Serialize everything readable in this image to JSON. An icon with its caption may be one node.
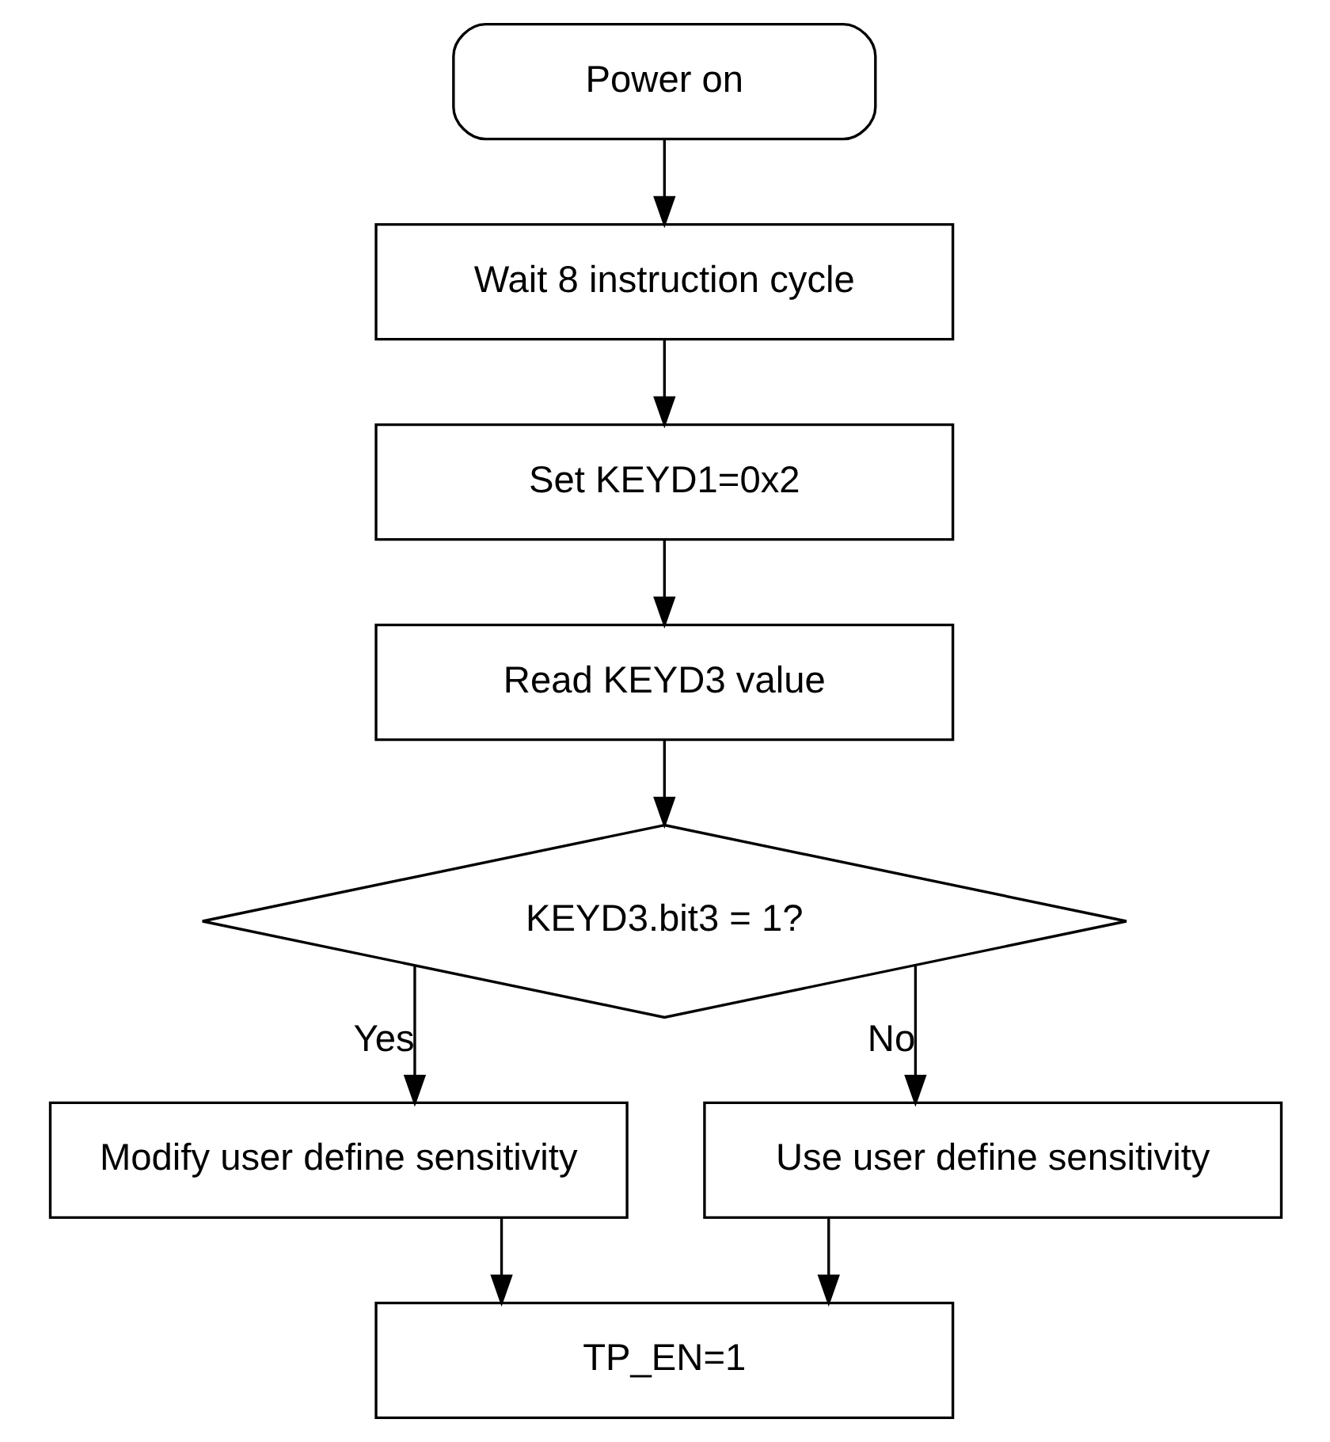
{
  "diagram": {
    "nodes": [
      {
        "text": [
          "Power on"
        ]
      },
      {
        "text": [
          "Wait 8 instruction cycle"
        ]
      },
      {
        "text": [
          "Set KEYD1=0x2"
        ]
      },
      {
        "text": [
          "Read KEYD3 value"
        ]
      },
      {
        "text": [
          "KEYD3.bit3 = 1?"
        ]
      },
      {
        "text": [
          "Modify user define sensitivity"
        ]
      },
      {
        "text": [
          "Use user define sensitivity"
        ]
      },
      {
        "text": [
          "TP_EN=1"
        ]
      }
    ],
    "edges": [
      {
        "from": 0,
        "to": 1,
        "arrow": "to"
      },
      {
        "from": 1,
        "to": 2,
        "arrow": "to"
      },
      {
        "from": 2,
        "to": 3,
        "arrow": "to"
      },
      {
        "from": 3,
        "to": 4,
        "arrow": "to"
      },
      {
        "from": 4,
        "to": 5,
        "arrow": "to",
        "label": "Yes"
      },
      {
        "from": 4,
        "to": 6,
        "arrow": "to",
        "label": "No"
      },
      {
        "from": 5,
        "to": 7,
        "arrow": "to"
      },
      {
        "from": 6,
        "to": 7,
        "arrow": "to"
      }
    ]
  }
}
